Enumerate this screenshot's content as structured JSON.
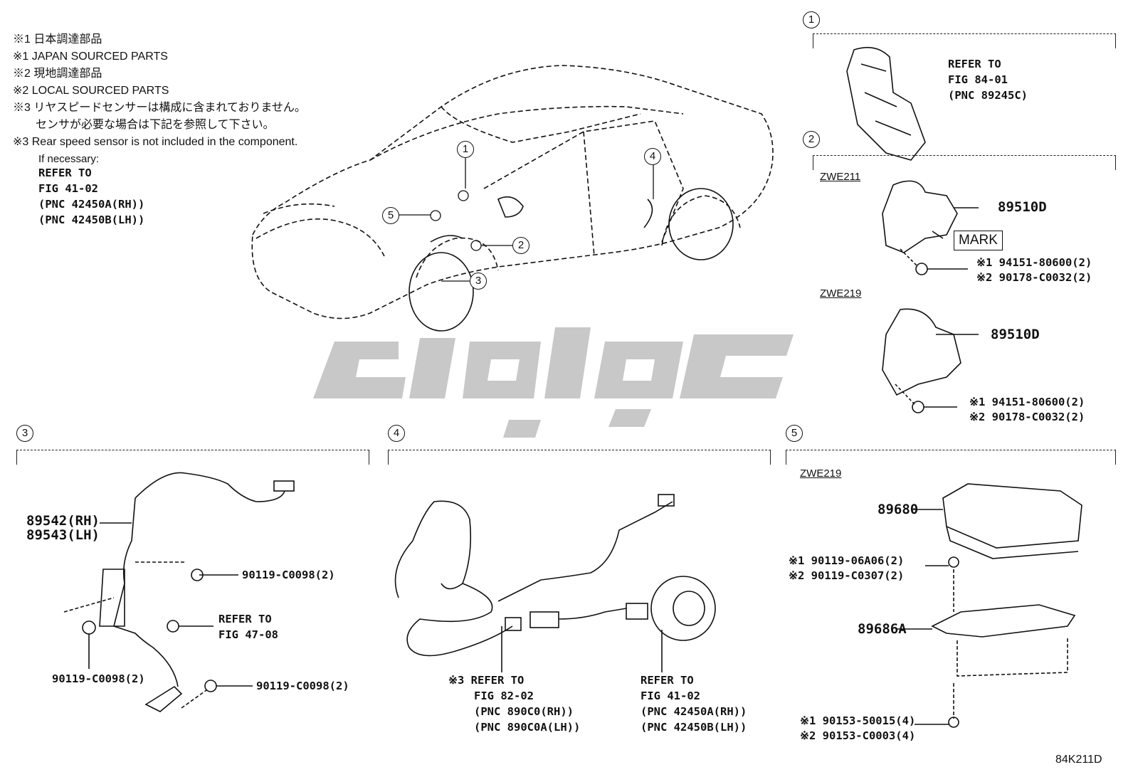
{
  "notes": [
    "※1 日本調達部品",
    "※1 JAPAN SOURCED PARTS",
    "※2 現地調達部品",
    "※2 LOCAL SOURCED PARTS",
    "※3 リヤスピードセンサーは構成に含まれておりません。",
    "　　センサが必要な場合は下記を参照して下さい。",
    "※3 Rear speed sensor is not included in the component."
  ],
  "notes_ref": [
    "If necessary:",
    "REFER TO",
    "FIG 41-02",
    "(PNC 42450A(RH))",
    "(PNC 42450B(LH))"
  ],
  "callouts": [
    "1",
    "2",
    "3",
    "4",
    "5"
  ],
  "section1": {
    "num": "1",
    "ref": [
      "REFER TO",
      "FIG 84-01",
      "(PNC 89245C)"
    ]
  },
  "section2": {
    "num": "2",
    "model_a": "ZWE211",
    "part_a": "89510D",
    "mark": "MARK",
    "fast_a1": "※1 94151-80600(2)",
    "fast_a2": "※2 90178-C0032(2)",
    "model_b": "ZWE219",
    "part_b": "89510D",
    "fast_b1": "※1 94151-80600(2)",
    "fast_b2": "※2 90178-C0032(2)"
  },
  "section3": {
    "num": "3",
    "part_rh": "89542(RH)",
    "part_lh": "89543(LH)",
    "bolt1": "90119-C0098(2)",
    "ref": [
      "REFER TO",
      "FIG 47-08"
    ],
    "bolt2": "90119-C0098(2)",
    "bolt3": "90119-C0098(2)"
  },
  "section4": {
    "num": "4",
    "ref_left": [
      "※3 REFER TO",
      "FIG 82-02",
      "(PNC 890C0(RH))",
      "(PNC 890C0A(LH))"
    ],
    "ref_right": [
      "REFER TO",
      "FIG 41-02",
      "(PNC 42450A(RH))",
      "(PNC 42450B(LH))"
    ]
  },
  "section5": {
    "num": "5",
    "model": "ZWE219",
    "part_ecu": "89680",
    "bolt_a1": "※1 90119-06A06(2)",
    "bolt_a2": "※2 90119-C0307(2)",
    "part_bracket": "89686A",
    "bolt_b1": "※1 90153-50015(4)",
    "bolt_b2": "※2 90153-C0003(4)"
  },
  "figure_id": "84K211D"
}
